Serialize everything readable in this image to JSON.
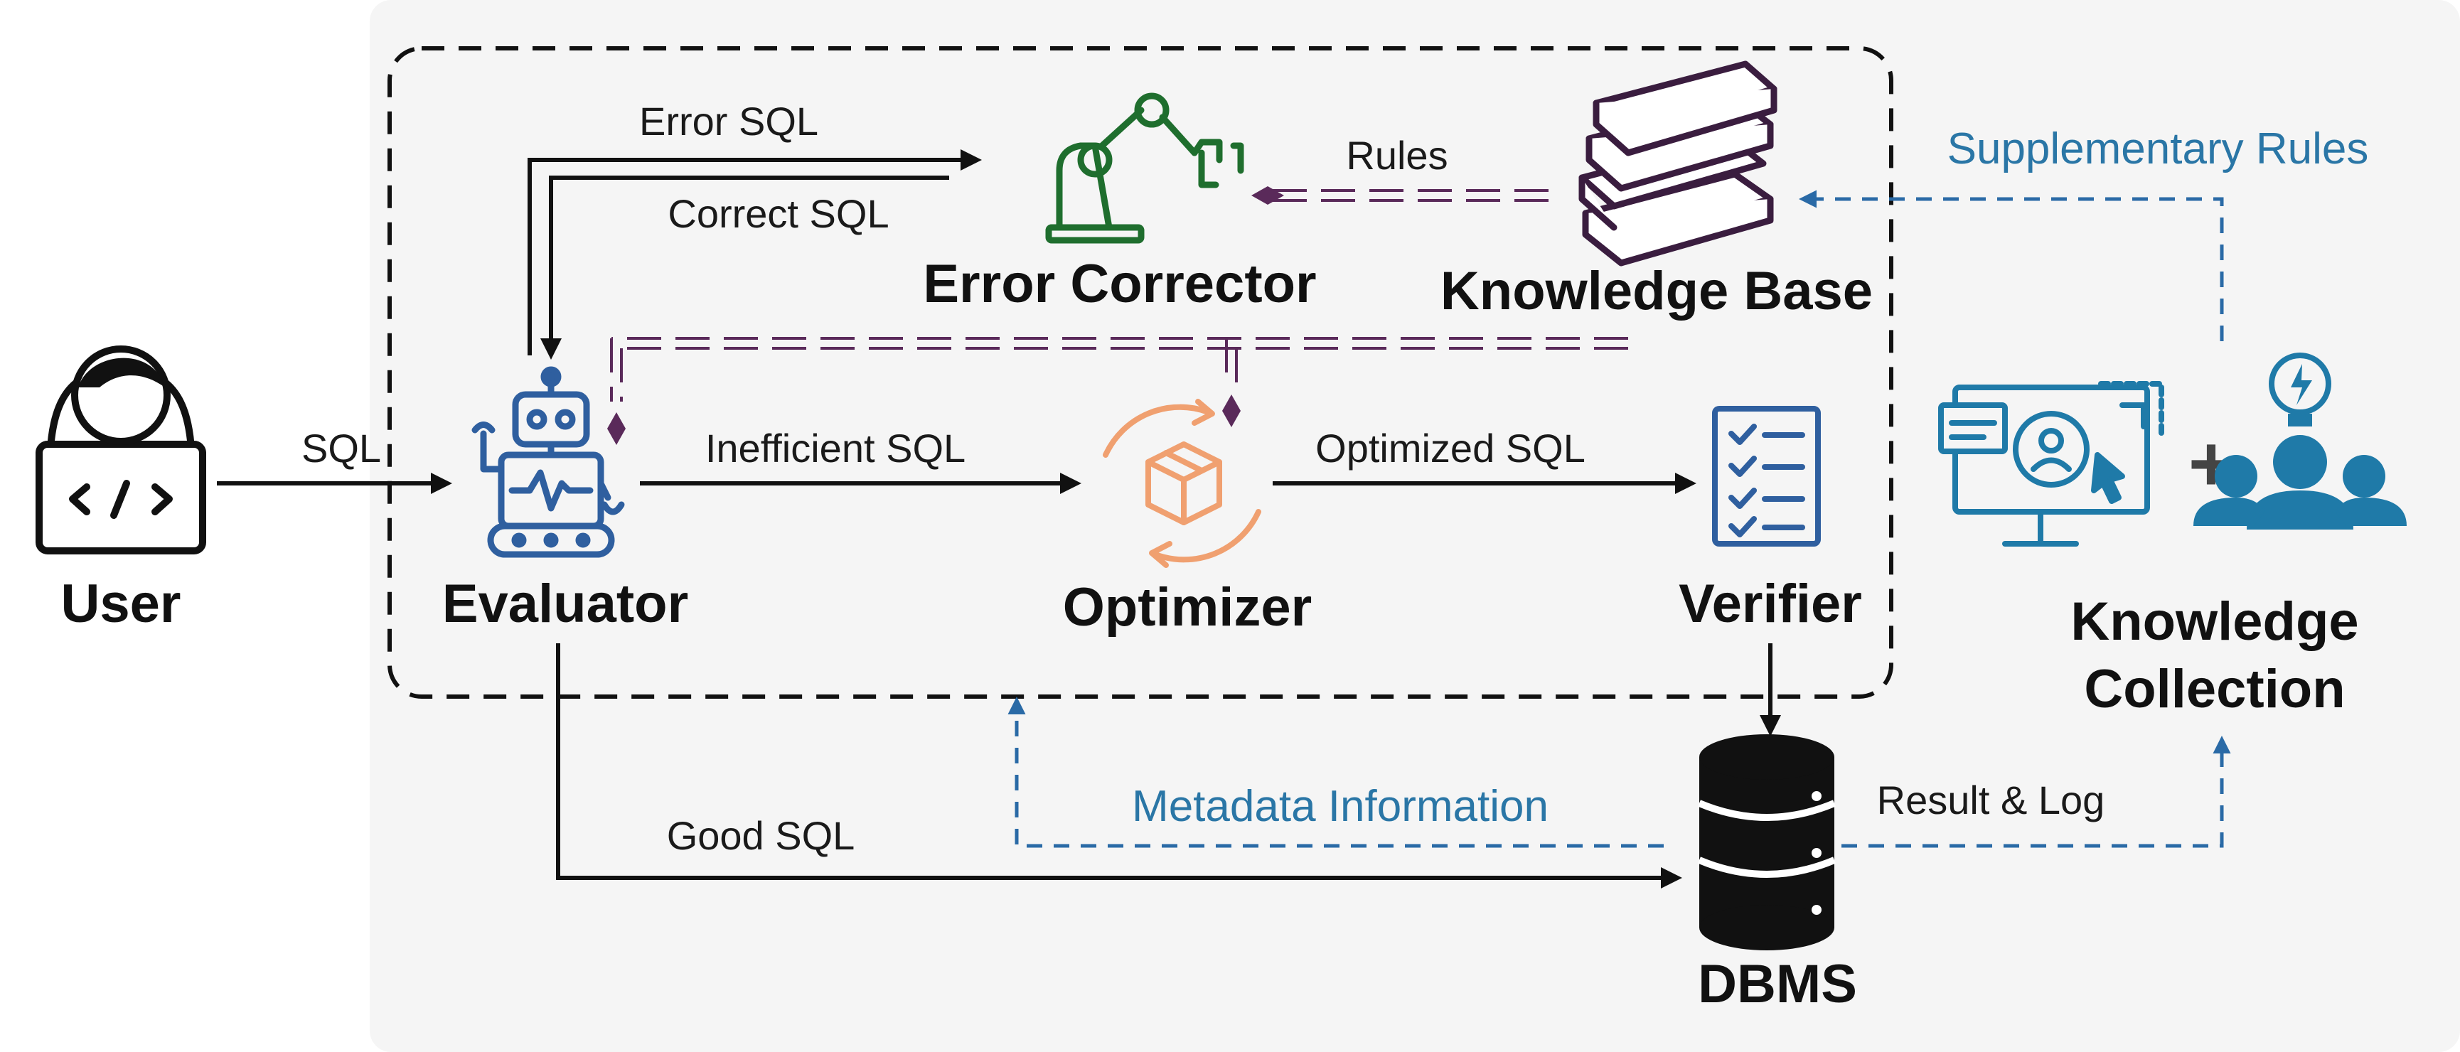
{
  "components": {
    "user": "User",
    "evaluator": "Evaluator",
    "error_corrector": "Error Corrector",
    "knowledge_base": "Knowledge Base",
    "optimizer": "Optimizer",
    "verifier": "Verifier",
    "dbms": "DBMS",
    "knowledge_collection_line1": "Knowledge",
    "knowledge_collection_line2": "Collection",
    "plus": "+"
  },
  "edges": {
    "sql": "SQL",
    "error_sql": "Error SQL",
    "correct_sql": "Correct SQL",
    "rules": "Rules",
    "inefficient_sql": "Inefficient SQL",
    "optimized_sql": "Optimized SQL",
    "good_sql": "Good SQL",
    "metadata_information": "Metadata Information",
    "result_log": "Result & Log",
    "supplementary_rules": "Supplementary Rules"
  },
  "colors": {
    "panel": "#f5f5f5",
    "evaluator": "#2f5f9f",
    "error_corrector": "#1f6e2e",
    "knowledge_base": "#3a1d3f",
    "optimizer": "#f0a070",
    "verifier": "#2f5f9f",
    "knowledge_collection": "#1f7aa8",
    "dashed_blue": "#2a6aa6",
    "dashed_purple": "#5a2a5a"
  }
}
